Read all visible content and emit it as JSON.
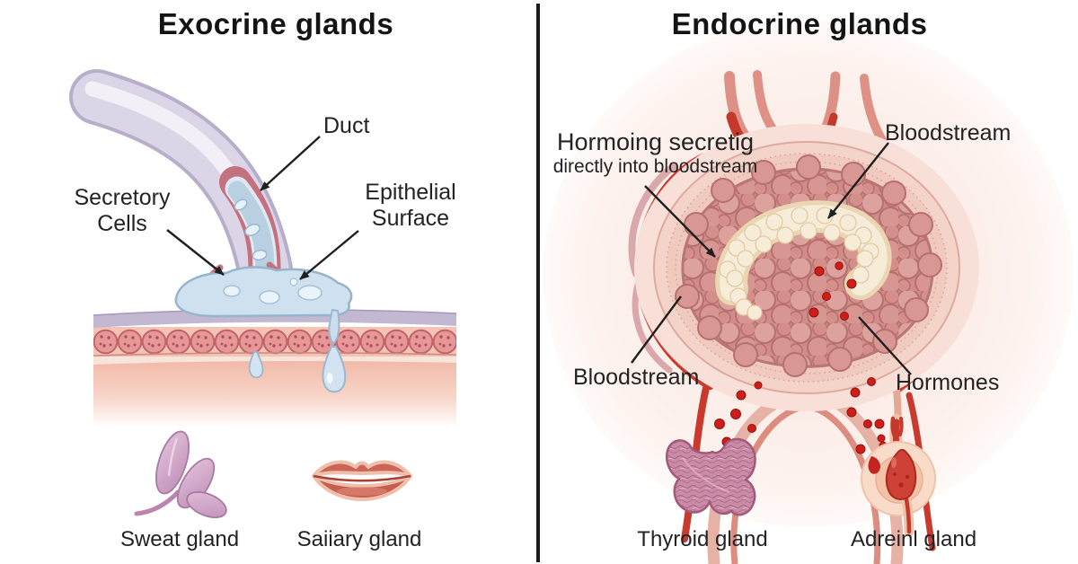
{
  "left": {
    "title": "Exocrine glands",
    "duct": "Duct",
    "secretory1": "Secretory",
    "secretory2": "Cells",
    "epithelial1": "Epithelial",
    "epithelial2": "Surface",
    "sweat": "Sweat gland",
    "salivary": "Saiiary gland"
  },
  "right": {
    "title": "Endocrine glands",
    "secretion1": "Hormoing secretig",
    "secretion2": "directly into bloodstream",
    "bloodstream_top": "Bloodstream",
    "bloodstream_left": "Bloodstream",
    "hormones": "Hormones",
    "thyroid": "Thyroid gland",
    "adrenal": "Adreinl gland"
  },
  "icons": {
    "sweat_gland_icon": "pink three-lobed gland with stem",
    "salivary_gland_icon": "lips",
    "thyroid_gland_icon": "mauve butterfly-shaped gland",
    "adrenal_gland_icon": "peach circle with red gland core",
    "duct_icon": "lavender tube with blue secretion channel",
    "hormone_dot_icon": "red circle",
    "droplet_icon": "blue teardrop"
  },
  "colors": {
    "title_text": "#141414",
    "label_text": "#232323",
    "divider": "#1b1b1b",
    "tube": "#dbd5e7",
    "duct_fluid": "#b9cfe2",
    "duct_rim": "#c4717f",
    "pool": "#cfe1ef",
    "surface_band": "#c2b8d2",
    "epithelial_cells": "#e69797",
    "skin": "#f2bdab",
    "vessel_bright": "#c5382c",
    "vessel_pale": "#dd9186",
    "gland_cells": "#d18c89",
    "gland_halo": "#f8e0d8",
    "cream_band": "#f3e6cc",
    "hormone_dot": "#cf1d18",
    "thyroid": "#c98ba6",
    "adrenal_outer": "#f8dbc9",
    "adrenal_core": "#ce4136",
    "sweat_gland": "#cf9fc6",
    "lips": "#cb6557"
  }
}
